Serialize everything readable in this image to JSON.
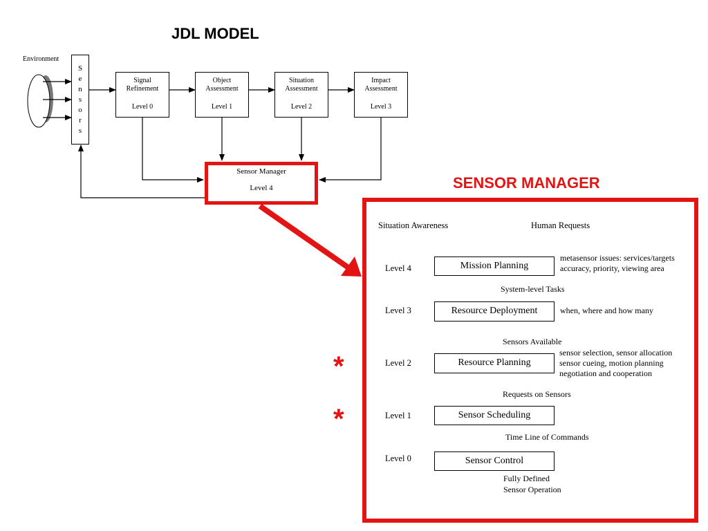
{
  "jdl": {
    "title": "JDL MODEL",
    "environment_label": "Environment",
    "sensors_letters": [
      "S",
      "e",
      "n",
      "s",
      "o",
      "r",
      "s"
    ],
    "stages": [
      {
        "name_line1": "Signal",
        "name_line2": "Refinement",
        "level": "Level 0"
      },
      {
        "name_line1": "Object",
        "name_line2": "Assessment",
        "level": "Level 1"
      },
      {
        "name_line1": "Situation",
        "name_line2": "Assessment",
        "level": "Level 2"
      },
      {
        "name_line1": "Impact",
        "name_line2": "Assessment",
        "level": "Level 3"
      }
    ],
    "sensor_manager": {
      "name": "Sensor Manager",
      "level": "Level 4"
    }
  },
  "sensor_manager_detail": {
    "title": "SENSOR MANAGER",
    "inputs": {
      "left": "Situation Awareness",
      "right": "Human Requests"
    },
    "levels": [
      {
        "level": "Level 4",
        "box": "Mission Planning",
        "notes": [
          "metasensor issues: services/targets",
          "accuracy, priority, viewing area"
        ],
        "output": "System-level Tasks"
      },
      {
        "level": "Level 3",
        "box": "Resource Deployment",
        "notes": [
          "when, where and how many"
        ],
        "output": "Sensors Available"
      },
      {
        "level": "Level 2",
        "box": "Resource Planning",
        "notes": [
          "sensor selection, sensor allocation",
          "sensor cueing, motion planning",
          "negotiation and cooperation"
        ],
        "output": "Requests on Sensors"
      },
      {
        "level": "Level 1",
        "box": "Sensor Scheduling",
        "notes": [],
        "output": "Time Line of Commands"
      },
      {
        "level": "Level 0",
        "box": "Sensor Control",
        "notes": [],
        "output_lines": [
          "Fully Defined",
          "Sensor Operation"
        ]
      }
    ],
    "star_marker": "*"
  },
  "colors": {
    "accent": "#e31414"
  }
}
